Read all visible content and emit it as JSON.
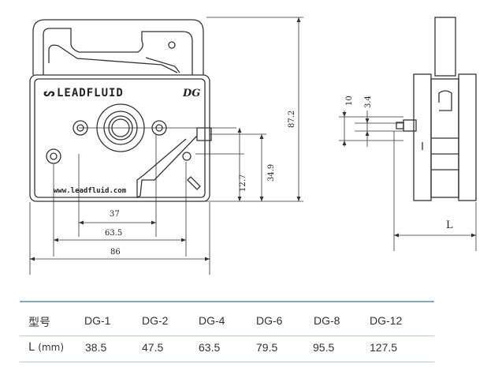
{
  "drawing": {
    "brand": "LEADFLUID",
    "model_mark": "DG",
    "website": "www.leadfluid.com",
    "dimensions": {
      "d37": "37",
      "d63_5": "63.5",
      "d86": "86",
      "d87_2": "87.2",
      "d34_9": "34.9",
      "d12_7": "12.7",
      "d10": "10",
      "d3_4": "3.4",
      "L": "L"
    }
  },
  "table": {
    "header_label": "型号",
    "models": [
      "DG-1",
      "DG-2",
      "DG-4",
      "DG-6",
      "DG-8",
      "DG-12"
    ],
    "row_label": "L",
    "row_unit": "(mm)",
    "values": [
      "38.5",
      "47.5",
      "63.5",
      "79.5",
      "95.5",
      "127.5"
    ]
  },
  "colors": {
    "table_rule": "#7aa9d3",
    "line": "#333333"
  }
}
